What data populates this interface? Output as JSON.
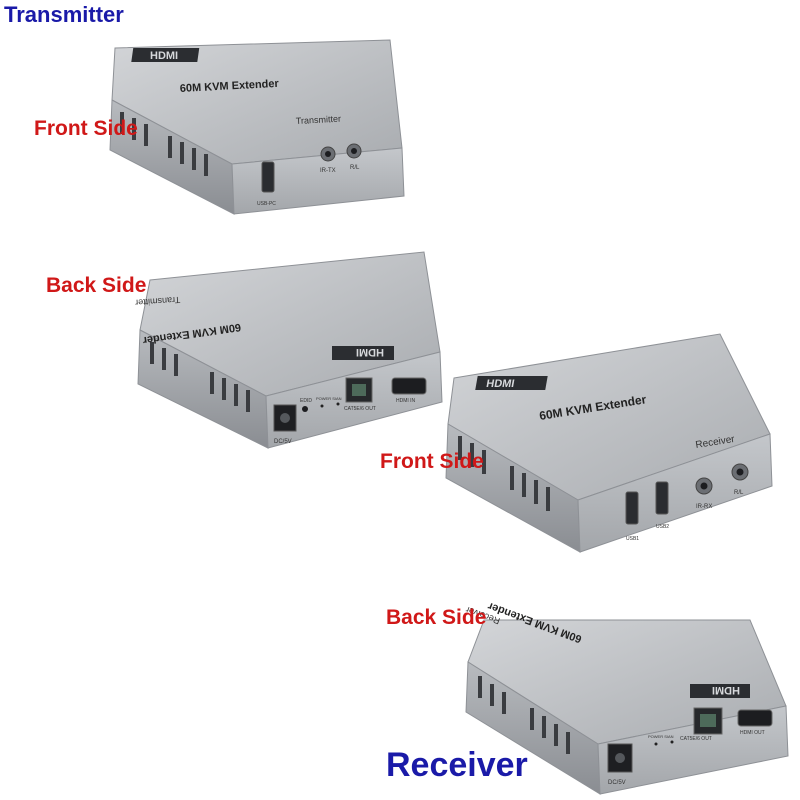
{
  "headings": {
    "transmitter": "Transmitter",
    "receiver": "Receiver"
  },
  "side_labels": {
    "tx_front": "Front Side",
    "tx_back": "Back Side",
    "rx_front": "Front Side",
    "rx_back": "Back Side"
  },
  "devices": {
    "tx_front": {
      "logo": "HDMI",
      "model": "60M KVM Extender",
      "role": "Transmitter",
      "ports": {
        "usb": "USB-PC",
        "ir": "IR-TX",
        "rl": "R/L"
      }
    },
    "tx_back": {
      "logo": "HDMI",
      "model": "60M KVM Extender",
      "role": "Transmitter",
      "ports": {
        "dc": "DC/5V",
        "edid": "EDID",
        "power": "POWER SIAN",
        "lan": "CAT5E/6 OUT",
        "hdmi": "HDMI IN"
      }
    },
    "rx_front": {
      "logo": "HDMI",
      "model": "60M KVM Extender",
      "role": "Receiver",
      "ports": {
        "usb1": "USB1",
        "usb2": "USB2",
        "ir": "IR-RX",
        "rl": "R/L"
      }
    },
    "rx_back": {
      "logo": "HDMI",
      "model": "60M KVM Extender",
      "role": "Receiver",
      "ports": {
        "dc": "DC/5V",
        "power": "POWER SIAN",
        "lan": "CAT5E/6 OUT",
        "hdmi": "HDMI OUT"
      }
    }
  },
  "colors": {
    "heading_blue": "#1a1aa8",
    "side_red": "#d01818",
    "device_silver": "#b5b8bc",
    "device_edge": "#8e9196"
  }
}
